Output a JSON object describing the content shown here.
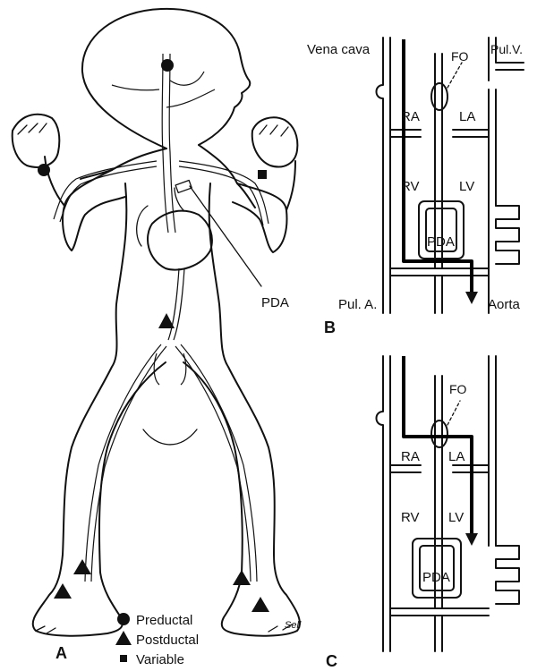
{
  "panels": {
    "a": "A",
    "b": "B",
    "c": "C"
  },
  "panel_a": {
    "pda_label": "PDA",
    "legend": [
      {
        "marker": "circle",
        "label": "Preductal"
      },
      {
        "marker": "triangle",
        "label": "Postductal"
      },
      {
        "marker": "square",
        "label": "Variable"
      }
    ],
    "signature": "Sell"
  },
  "panel_b": {
    "vena_cava": "Vena cava",
    "pul_v": "Pul.V.",
    "fo": "FO",
    "ra": "RA",
    "la": "LA",
    "rv": "RV",
    "lv": "LV",
    "pda": "PDA",
    "pul_a": "Pul. A.",
    "aorta": "Aorta"
  },
  "panel_c": {
    "fo": "FO",
    "ra": "RA",
    "la": "LA",
    "rv": "RV",
    "lv": "LV",
    "pda": "PDA"
  },
  "colors": {
    "ink": "#111111",
    "background": "#ffffff"
  }
}
